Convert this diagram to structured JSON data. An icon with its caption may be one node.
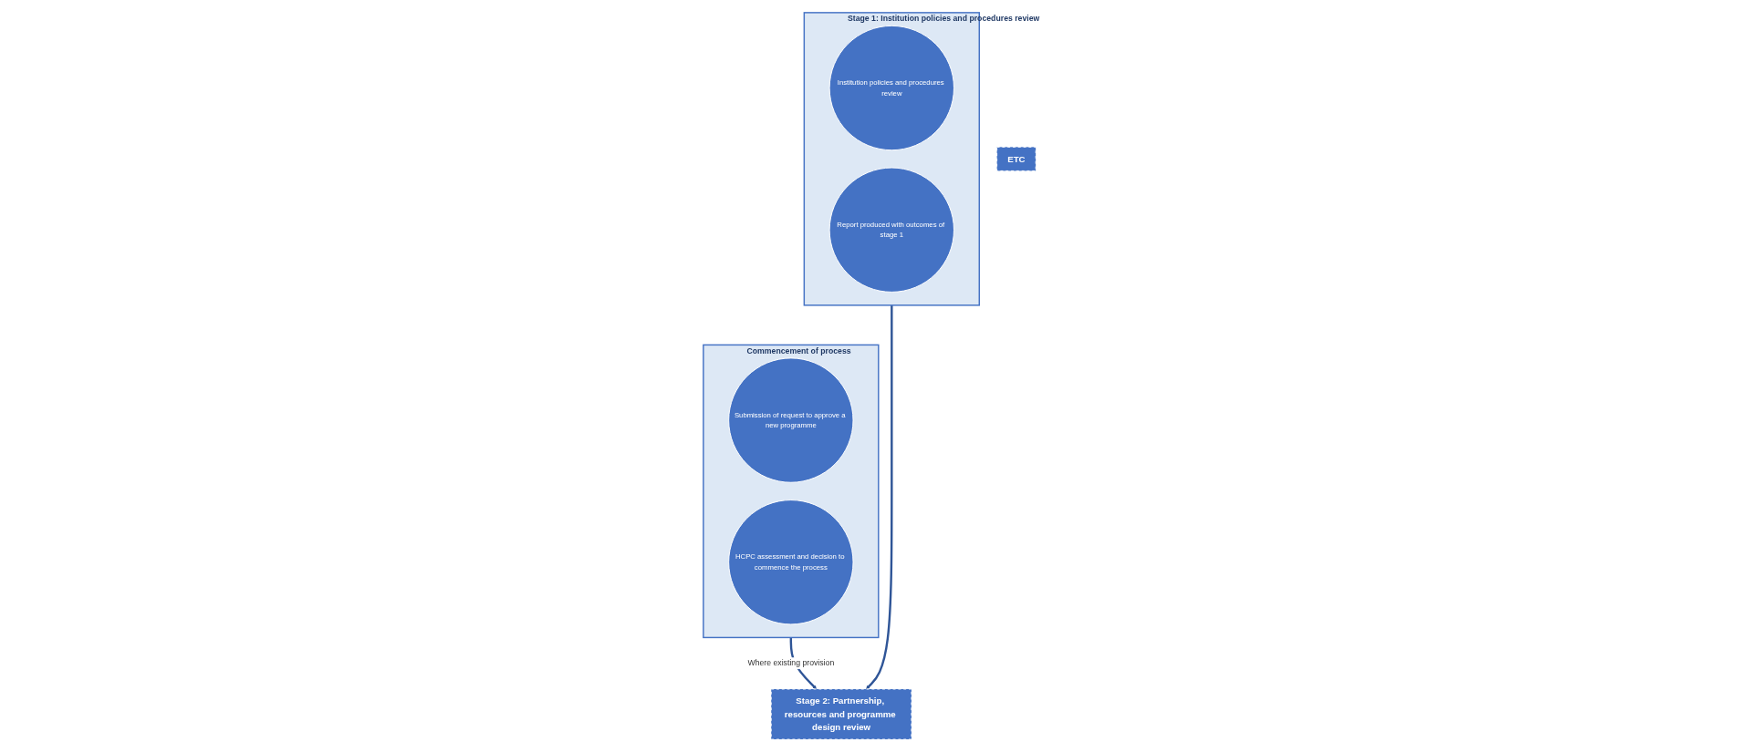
{
  "diagram": {
    "nodes": [
      {
        "text": [
          "Commencement of process"
        ]
      },
      {
        "text": [
          "Submission of request to approve a new programme"
        ],
        "in": 0
      },
      {
        "text": [
          "HCPC assessment and decision to commence the process"
        ],
        "in": 0
      },
      {
        "text": [
          "Stage 1: Institution policies and procedures review"
        ]
      },
      {
        "text": [
          "Institution policies and procedures review"
        ],
        "in": 3
      },
      {
        "text": [
          "Report produced with outcomes of stage 1"
        ],
        "in": 3
      },
      {
        "text": [
          "Stage 2: Partnership, resources and programme design review"
        ]
      },
      {
        "text": [
          "ETC"
        ]
      }
    ],
    "edges": [
      {
        "from": 0,
        "to": 6,
        "arrow": "to",
        "label": "Where existing provision"
      },
      {
        "from": 3,
        "to": 6,
        "arrow": "to"
      }
    ]
  }
}
